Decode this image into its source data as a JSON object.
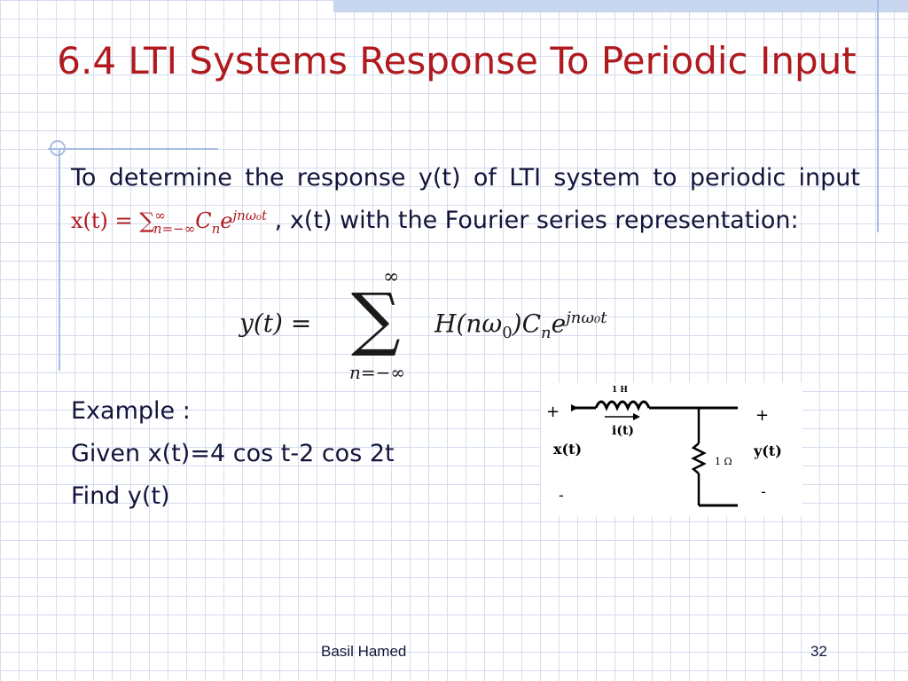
{
  "slide": {
    "title": "6.4 LTI Systems Response To Periodic Input",
    "intro_part1": "To determine the response y(t) of LTI system to periodic input",
    "intro_part2": ", x(t) with the Fourier series representation:",
    "inline_eq": {
      "lhs": "x(t) = ",
      "sum": "∑",
      "sub": "n=−∞",
      "sup": "∞",
      "term": "C",
      "term_sub": "n",
      "exp_base": "e",
      "exp": "jnω₀t"
    },
    "display_eq": {
      "lhs": "y(t)",
      "equals": " =",
      "sum_top": "∞",
      "sum_symbol": "∑",
      "sum_bottom": "n=−∞",
      "H": "H(nω",
      "H_sub": "0",
      "H_close": ")C",
      "C_sub": "n",
      "e": "e",
      "exp": "jnω₀t"
    },
    "bullets": [
      "Example :",
      "Given x(t)=4 cos t-2 cos 2t",
      "Find y(t)"
    ]
  },
  "circuit": {
    "inductor_label": "1 H",
    "current_label": "i(t)",
    "resistor_label": "1 Ω",
    "input_label": "x(t)",
    "output_label": "y(t)",
    "plus": "+",
    "minus": "-"
  },
  "footer": {
    "author": "Basil Hamed",
    "page": "32"
  }
}
